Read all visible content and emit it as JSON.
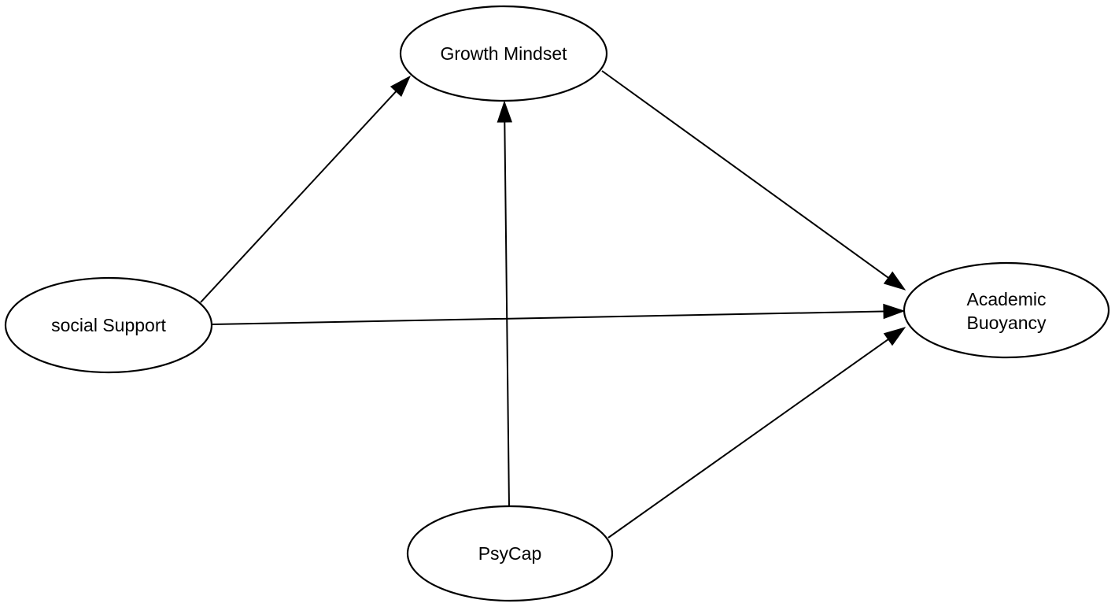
{
  "diagram": {
    "nodes": [
      {
        "id": "growth_mindset",
        "label": "Growth Mindset"
      },
      {
        "id": "social_support",
        "label": "social Support"
      },
      {
        "id": "academic_buoyancy",
        "label": "Academic Buoyancy"
      },
      {
        "id": "psycap",
        "label": "PsyCap"
      }
    ],
    "edges": [
      {
        "from": "social_support",
        "to": "growth_mindset"
      },
      {
        "from": "psycap",
        "to": "growth_mindset"
      },
      {
        "from": "growth_mindset",
        "to": "academic_buoyancy"
      },
      {
        "from": "social_support",
        "to": "academic_buoyancy"
      },
      {
        "from": "psycap",
        "to": "academic_buoyancy"
      }
    ],
    "colors": {
      "stroke": "#000000",
      "fill": "#ffffff"
    }
  }
}
